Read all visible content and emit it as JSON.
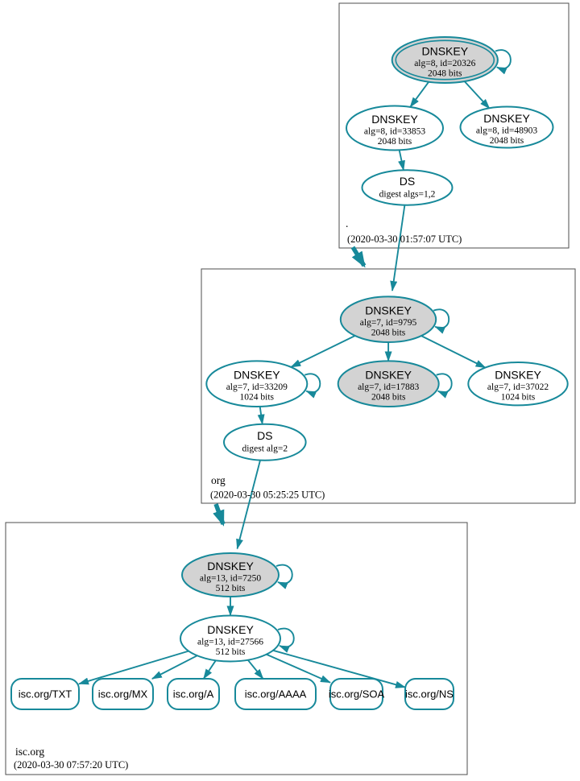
{
  "colors": {
    "edge": "#17899a",
    "ksk_fill": "#d3d3d3",
    "node_fill": "#ffffff",
    "box_border": "#4d4d4d",
    "text": "#000000"
  },
  "zones": {
    "root": {
      "label": ".",
      "timestamp": "(2020-03-30 01:57:07 UTC)"
    },
    "org": {
      "label": "org",
      "timestamp": "(2020-03-30 05:25:25 UTC)"
    },
    "isc": {
      "label": "isc.org",
      "timestamp": "(2020-03-30 07:57:20 UTC)"
    }
  },
  "nodes": {
    "root_ksk": {
      "title": "DNSKEY",
      "detail": "alg=8, id=20326",
      "bits": "2048 bits"
    },
    "root_key33853": {
      "title": "DNSKEY",
      "detail": "alg=8, id=33853",
      "bits": "2048 bits"
    },
    "root_key48903": {
      "title": "DNSKEY",
      "detail": "alg=8, id=48903",
      "bits": "2048 bits"
    },
    "root_ds": {
      "title": "DS",
      "detail": "digest algs=1,2"
    },
    "org_ksk": {
      "title": "DNSKEY",
      "detail": "alg=7, id=9795",
      "bits": "2048 bits"
    },
    "org_key33209": {
      "title": "DNSKEY",
      "detail": "alg=7, id=33209",
      "bits": "1024 bits"
    },
    "org_key17883": {
      "title": "DNSKEY",
      "detail": "alg=7, id=17883",
      "bits": "2048 bits"
    },
    "org_key37022": {
      "title": "DNSKEY",
      "detail": "alg=7, id=37022",
      "bits": "1024 bits"
    },
    "org_ds": {
      "title": "DS",
      "detail": "digest alg=2"
    },
    "isc_ksk": {
      "title": "DNSKEY",
      "detail": "alg=13, id=7250",
      "bits": "512 bits"
    },
    "isc_zsk": {
      "title": "DNSKEY",
      "detail": "alg=13, id=27566",
      "bits": "512 bits"
    }
  },
  "rrsets": [
    {
      "label": "isc.org/TXT"
    },
    {
      "label": "isc.org/MX"
    },
    {
      "label": "isc.org/A"
    },
    {
      "label": "isc.org/AAAA"
    },
    {
      "label": "isc.org/SOA"
    },
    {
      "label": "isc.org/NS"
    }
  ]
}
